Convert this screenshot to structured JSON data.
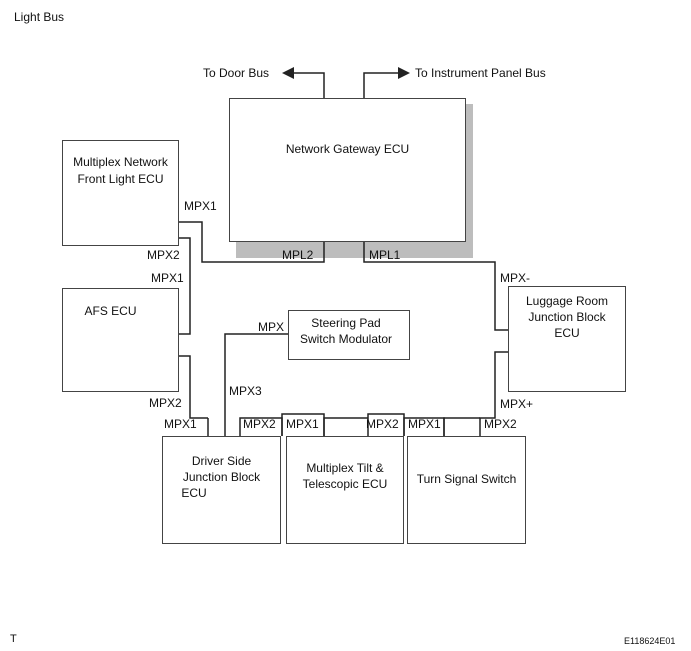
{
  "title": "Light Bus",
  "arrows": {
    "door_bus": "To Door Bus",
    "instrument_bus": "To Instrument Panel Bus"
  },
  "ecus": {
    "gateway": "Network Gateway ECU",
    "front_light": [
      "Multiplex Network",
      "Front Light ECU"
    ],
    "afs": "AFS ECU",
    "steering_pad": [
      "Steering Pad",
      "Switch Modulator"
    ],
    "luggage": [
      "Luggage Room",
      "Junction Block",
      "ECU"
    ],
    "driver_side": [
      "Driver Side",
      "Junction Block",
      "ECU"
    ],
    "tilt": [
      "Multiplex Tilt &",
      "Telescopic ECU"
    ],
    "turn_signal": "Turn Signal Switch"
  },
  "ports": {
    "fl_mpx1": "MPX1",
    "fl_mpx2": "MPX2",
    "afs_mpx1": "MPX1",
    "afs_mpx2": "MPX2",
    "gw_mpl2": "MPL2",
    "gw_mpl1": "MPL1",
    "sp_mpx": "MPX",
    "sp_mpx3": "MPX3",
    "lug_mpx_minus": "MPX-",
    "lug_mpx_plus": "MPX+",
    "ds_mpx1": "MPX1",
    "ds_mpx2": "MPX2",
    "tilt_mpx1": "MPX1",
    "tilt_mpx2": "MPX2",
    "ts_mpx1": "MPX1",
    "ts_mpx2": "MPX2"
  },
  "footer": {
    "left": "T",
    "right": "E118624E01"
  }
}
